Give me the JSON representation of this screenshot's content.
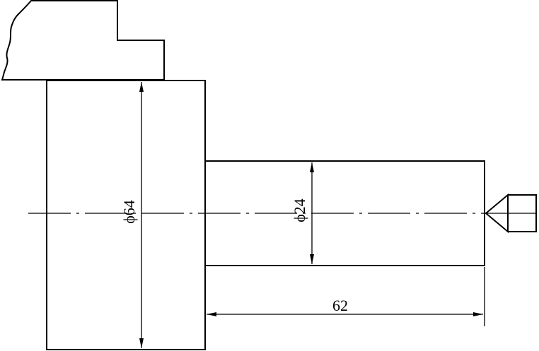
{
  "dimensions": {
    "large_diameter_label": "ϕ64",
    "small_diameter_label": "ϕ24",
    "length_label": "62"
  },
  "colors": {
    "line": "#000000",
    "background": "#ffffff"
  }
}
